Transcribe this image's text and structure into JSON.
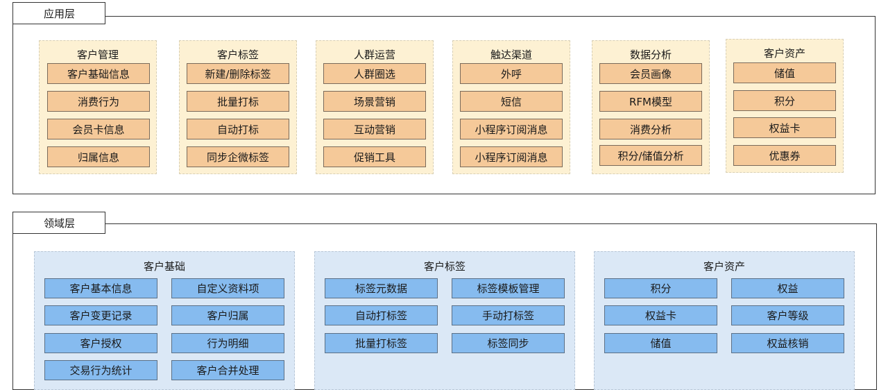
{
  "app_layer": {
    "label": "应用层",
    "groups": [
      {
        "title": "客户管理",
        "items": [
          "客户基础信息",
          "消费行为",
          "会员卡信息",
          "归属信息"
        ]
      },
      {
        "title": "客户标签",
        "items": [
          "新建/删除标签",
          "批量打标",
          "自动打标",
          "同步企微标签"
        ]
      },
      {
        "title": "人群运营",
        "items": [
          "人群圈选",
          "场景营销",
          "互动营销",
          "促销工具"
        ]
      },
      {
        "title": "触达渠道",
        "items": [
          "外呼",
          "短信",
          "小程序订阅消息",
          "小程序订阅消息"
        ]
      },
      {
        "title": "数据分析",
        "items": [
          "会员画像",
          "RFM模型",
          "消费分析",
          "积分/储值分析"
        ]
      },
      {
        "title": "客户资产",
        "items": [
          "储值",
          "积分",
          "权益卡",
          "优惠券"
        ]
      }
    ]
  },
  "domain_layer": {
    "label": "领域层",
    "groups": [
      {
        "title": "客户基础",
        "items": [
          "客户基本信息",
          "自定义资料项",
          "客户变更记录",
          "客户归属",
          "客户授权",
          "行为明细",
          "交易行为统计",
          "客户合并处理"
        ]
      },
      {
        "title": "客户标签",
        "items": [
          "标签元数据",
          "标签模板管理",
          "自动打标签",
          "手动打标签",
          "批量打标签",
          "标签同步"
        ]
      },
      {
        "title": "客户资产",
        "items": [
          "积分",
          "权益",
          "权益卡",
          "客户等级",
          "储值",
          "权益核销"
        ]
      }
    ]
  },
  "colors": {
    "app_group_bg": "#fdf1d3",
    "app_item_bg": "#f5c999",
    "domain_group_bg": "#dbe8f6",
    "domain_item_bg": "#86bbef"
  }
}
